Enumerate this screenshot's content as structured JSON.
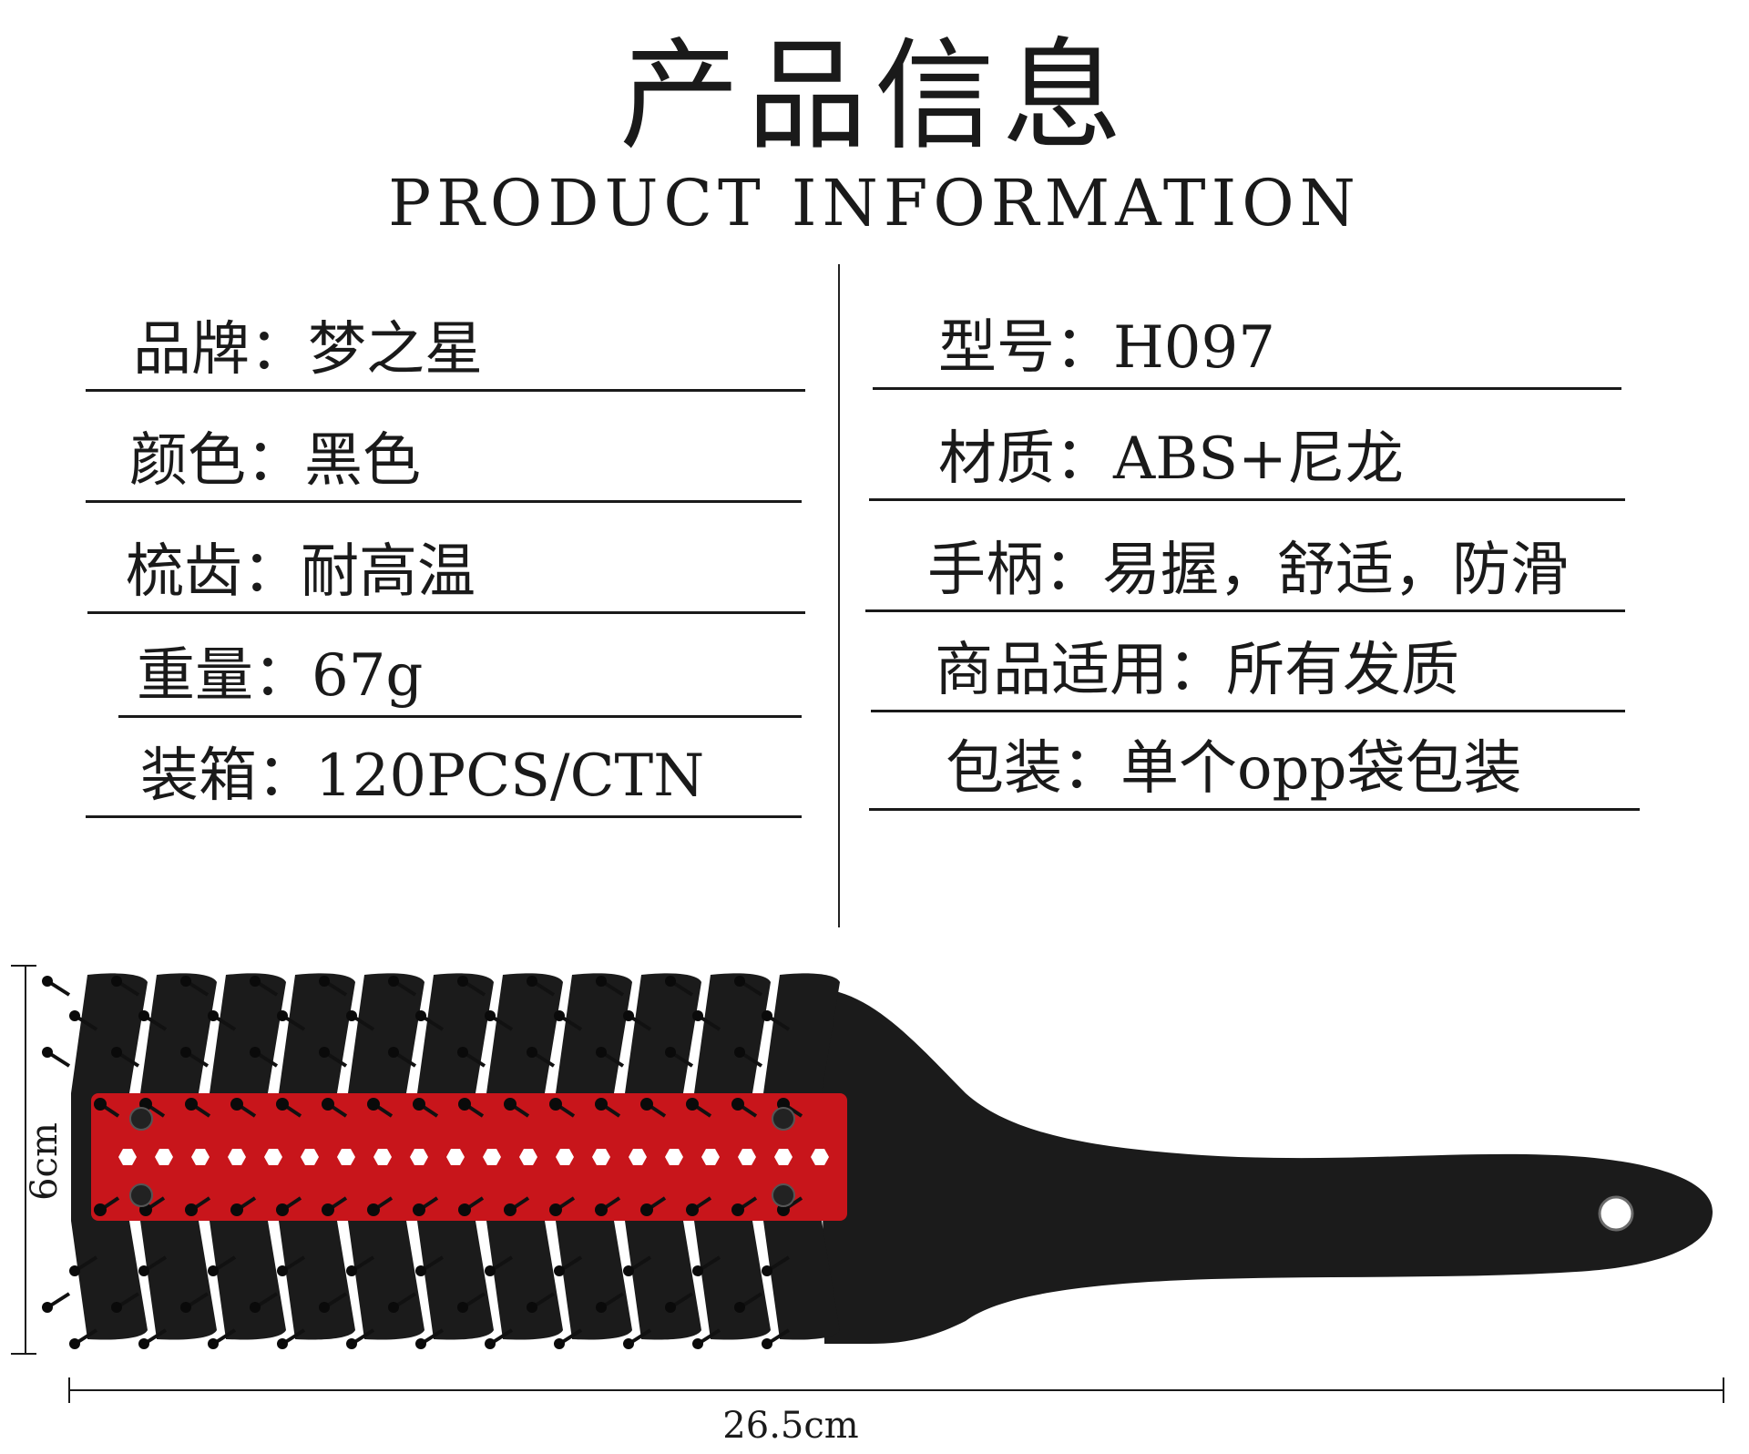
{
  "header": {
    "title_cn": "产品信息",
    "title_en": "PRODUCT INFORMATION"
  },
  "specs_left": [
    {
      "label": "品牌：梦之星"
    },
    {
      "label": "颜色：黑色"
    },
    {
      "label": "梳齿：耐高温"
    },
    {
      "label": "重量：67g"
    },
    {
      "label": "装箱：120PCS/CTN"
    }
  ],
  "specs_right": [
    {
      "label": "型号：H097"
    },
    {
      "label": "材质：ABS+尼龙"
    },
    {
      "label": "手柄：易握，舒适，防滑"
    },
    {
      "label": "商品适用：所有发质"
    },
    {
      "label": "包装：单个opp袋包装"
    }
  ],
  "dimensions": {
    "height": "6cm",
    "length": "26.5cm"
  },
  "colors": {
    "brush_body": "#1b1b1b",
    "brush_strip": "#c8151b"
  },
  "icons": {
    "product": "vent-hair-brush"
  }
}
